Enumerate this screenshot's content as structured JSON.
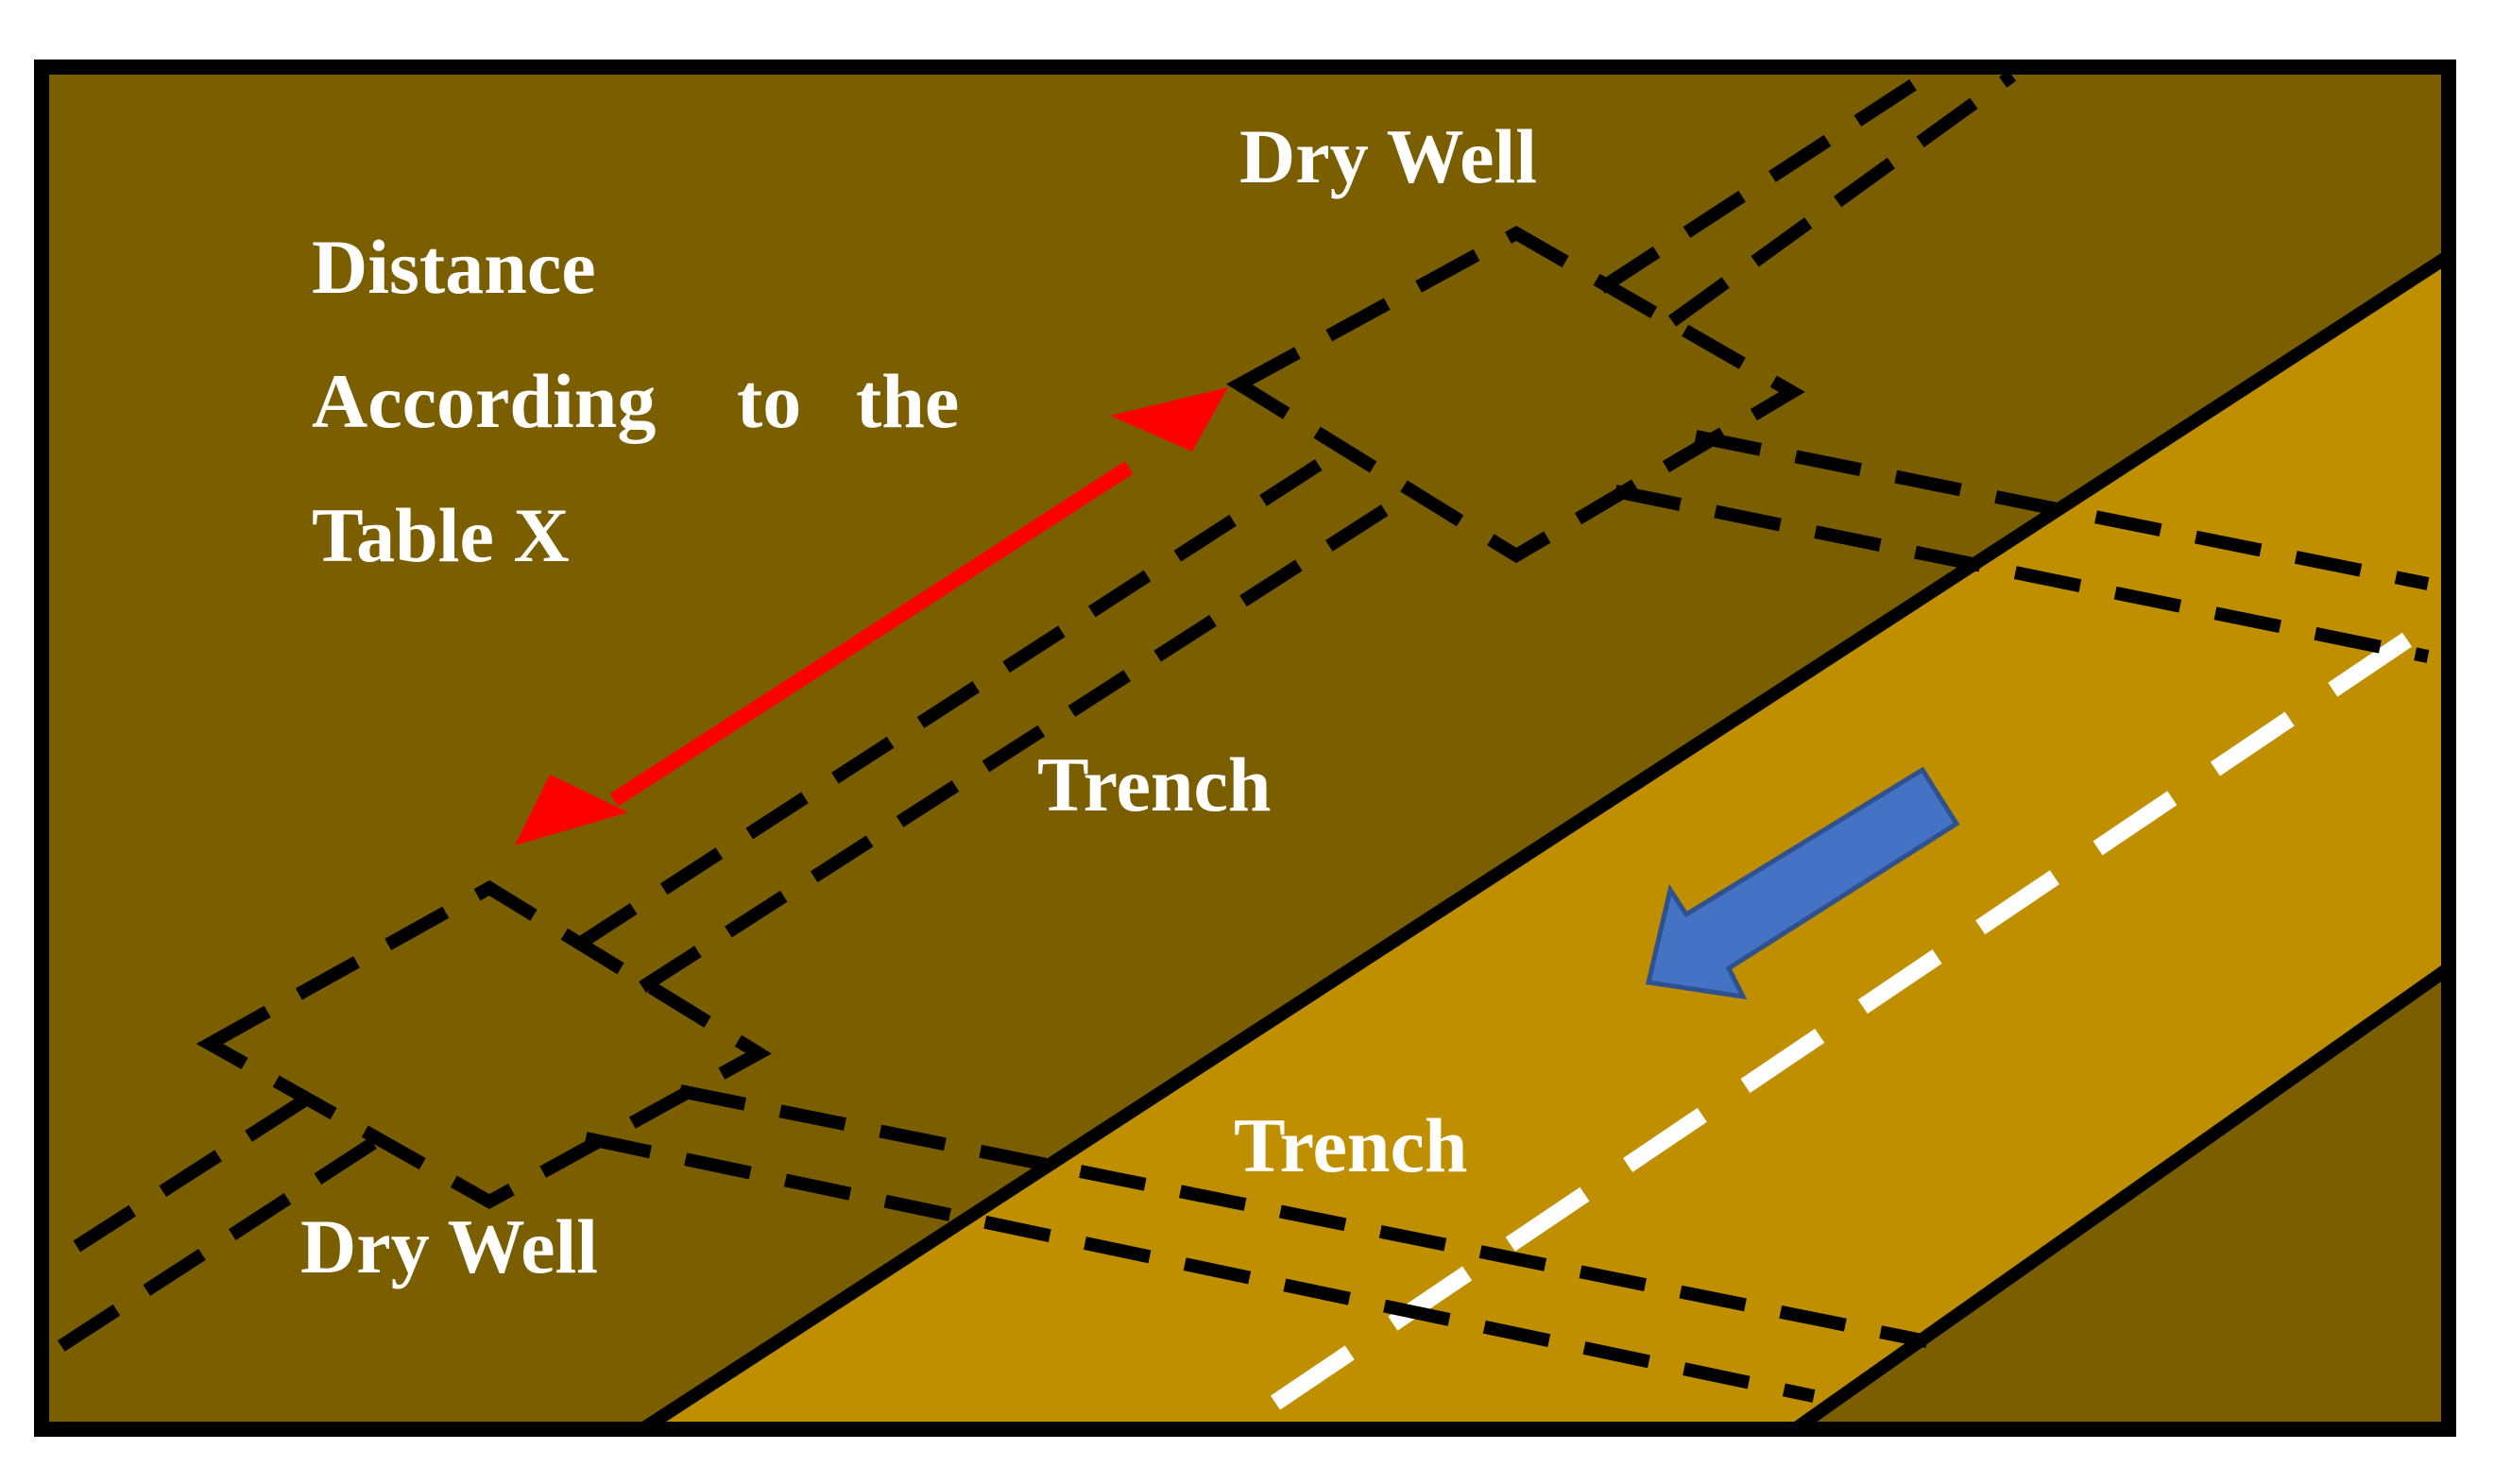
{
  "labels": {
    "dry_well_top": "Dry Well",
    "dry_well_bottom": "Dry Well",
    "trench_upper": "Trench",
    "trench_lower": "Trench",
    "distance_line1": "Distance",
    "distance_line2_word1": "According",
    "distance_line2_word2": "to",
    "distance_line2_word3": "the",
    "distance_line3": "Table X"
  },
  "colors": {
    "background_soil": "#7a5e00",
    "road_surface": "#bf8f00",
    "outline": "#000000",
    "text": "#ffffff",
    "distance_arrow": "#ff0000",
    "flow_arrow": "#4472c4",
    "flow_arrow_outline": "#2f528f",
    "center_line": "#ffffff"
  },
  "icons": {
    "distance_arrow": "double-headed-arrow",
    "flow_arrow": "arrow-down-left"
  }
}
